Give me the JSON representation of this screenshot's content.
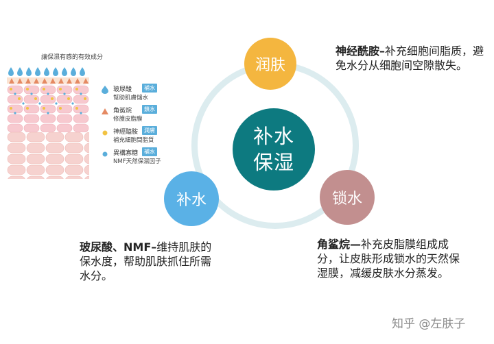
{
  "skin_illustration": {
    "title": "讓保濕有感的有效成分",
    "legend": [
      {
        "name": "玻尿酸",
        "tag": "補水",
        "desc": "幫助肌膚儲水",
        "tag_color": "#5aaedb",
        "symbol": "drop",
        "symbol_color": "#5aaedb"
      },
      {
        "name": "角鯊烷",
        "tag": "鎖水",
        "desc": "修護皮脂膜",
        "tag_color": "#5aaedb",
        "symbol": "triangle",
        "symbol_color": "#e58a63"
      },
      {
        "name": "神經醯胺",
        "tag": "潤膚",
        "desc": "補充細胞間脂質",
        "tag_color": "#5aaedb",
        "symbol": "dot",
        "symbol_color": "#f2c342"
      },
      {
        "name": "異構寡糖",
        "tag": "補水",
        "desc": "NMF天然保濕因子",
        "tag_color": "#5aaedb",
        "symbol": "dot",
        "symbol_color": "#5aaedb"
      }
    ]
  },
  "cycle": {
    "center_line1": "补水",
    "center_line2": "保湿",
    "top_node": "润肤",
    "left_node": "补水",
    "right_node": "锁水",
    "colors": {
      "center": "#0d7a80",
      "top": "#f4b63f",
      "left": "#5ab1e6",
      "right": "#c28f8f",
      "ring": "#dcecef"
    }
  },
  "descriptions": {
    "top": {
      "bold": "神经酰胺",
      "dash": "–",
      "text": "补充细胞间脂质，避免水分从细胞间空隙散失。"
    },
    "left": {
      "bold": "玻尿酸、NMF",
      "dash": "–",
      "text": "维持肌肤的保水度，帮助肌肤抓住所需水分。"
    },
    "right": {
      "bold": "角鲨烷",
      "dash": "—",
      "text": "补充皮脂膜组成成分，让皮肤形成锁水的天然保湿膜，减缓皮肤水分蒸发。"
    }
  },
  "watermark": "知乎 @左肤子"
}
